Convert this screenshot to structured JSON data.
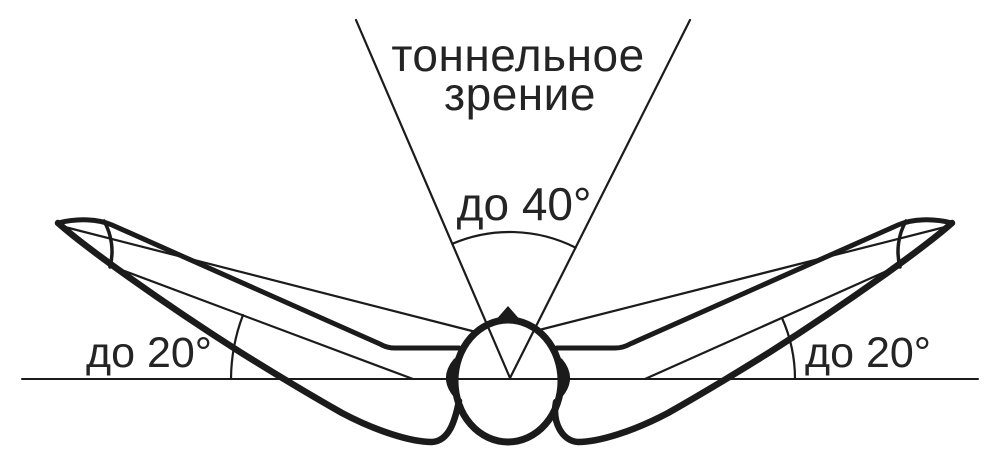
{
  "diagram": {
    "title": {
      "line1": "тоннельное",
      "line2": "зрение"
    },
    "labels": {
      "center_angle": "до 40°",
      "left_angle": "до 20°",
      "right_angle": "до 20°"
    },
    "colors": {
      "ink": "#1b1b1b",
      "background": "#ffffff"
    }
  }
}
